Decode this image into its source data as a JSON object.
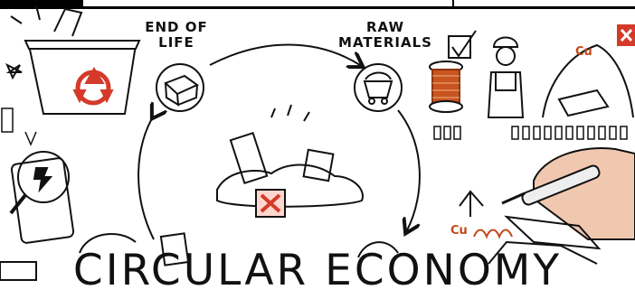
{
  "labels": {
    "end_of_life": [
      "END OF",
      "LIFE"
    ],
    "raw_materials": [
      "RAW",
      "MATERIALS"
    ]
  },
  "title": "CIRCULAR ECONOMY",
  "element_symbols": {
    "copper_top": "Cu",
    "copper_bottom": "Cu"
  },
  "colors": {
    "ink": "#111111",
    "recycle_red": "#d43a2a",
    "copper_orange": "#c8541f",
    "background": "#ffffff"
  },
  "icons": [
    "recycling-bin-icon",
    "box-icon",
    "mine-cart-icon",
    "checkbox-icon",
    "copper-spool-icon",
    "miner-icon",
    "magnifier-phone-icon",
    "broken-phones-icon",
    "hand-with-marker-icon",
    "battery-icon"
  ]
}
